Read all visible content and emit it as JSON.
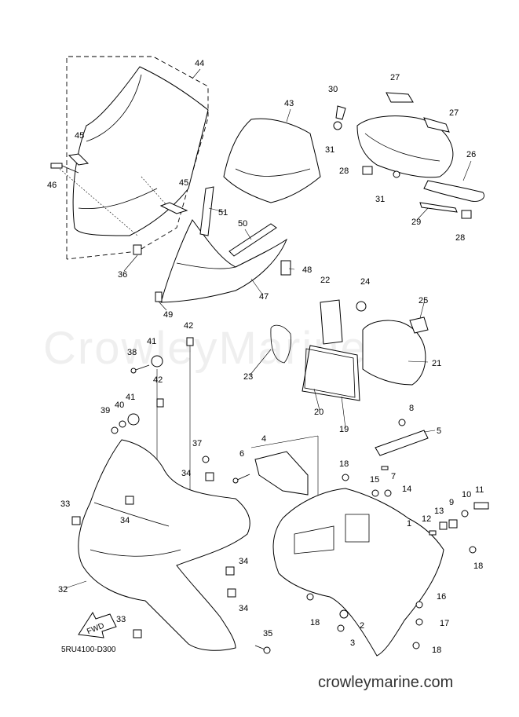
{
  "watermark": "CrowleyMarine",
  "diagram_code": "5RU4100-D300",
  "site_url": "crowleymarine.com",
  "fwd_label": "FWD",
  "callouts": [
    "1",
    "2",
    "3",
    "4",
    "5",
    "6",
    "7",
    "8",
    "9",
    "10",
    "11",
    "12",
    "13",
    "14",
    "15",
    "16",
    "17",
    "18",
    "19",
    "20",
    "21",
    "22",
    "23",
    "24",
    "25",
    "26",
    "27",
    "28",
    "29",
    "30",
    "31",
    "32",
    "33",
    "34",
    "35",
    "36",
    "37",
    "38",
    "39",
    "40",
    "41",
    "42",
    "43",
    "44",
    "45",
    "46",
    "47",
    "48",
    "49",
    "50",
    "51"
  ]
}
